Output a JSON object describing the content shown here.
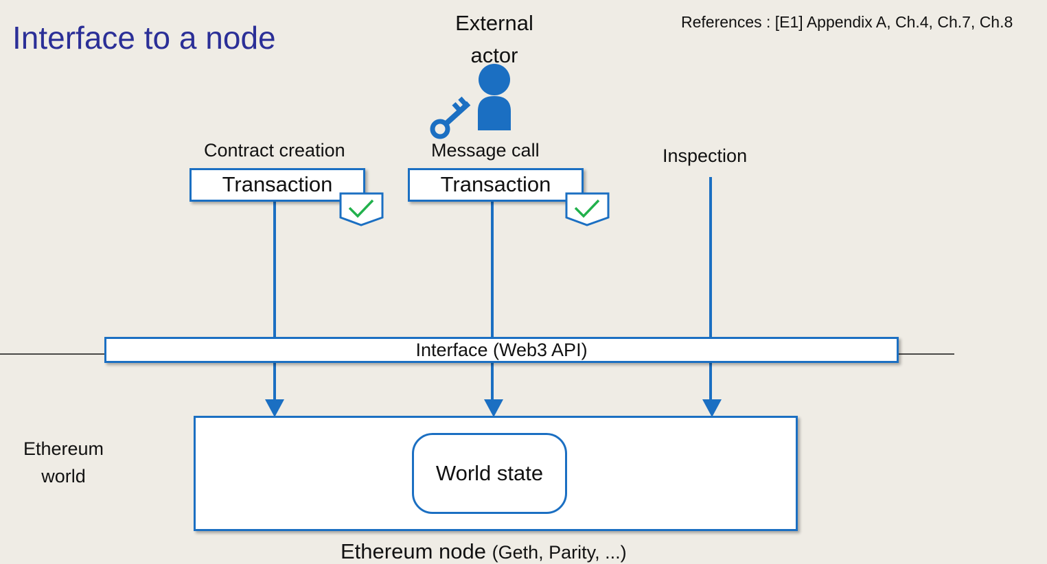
{
  "title": "Interface to a node",
  "references": "References : [E1] Appendix A, Ch.4, Ch.7, Ch.8",
  "external_actor": {
    "line1": "External",
    "line2": "actor"
  },
  "operations": {
    "contract_creation": "Contract creation",
    "message_call": "Message call",
    "inspection": "Inspection"
  },
  "transaction_label": "Transaction",
  "interface_label": "Interface (Web3 API)",
  "world_state_label": "World state",
  "ethereum_world": {
    "line1": "Ethereum",
    "line2": "world"
  },
  "node_label": {
    "main": "Ethereum node",
    "sub": "(Geth, Parity, ...)"
  },
  "icons": {
    "actor": "person-icon",
    "key": "key-icon",
    "signed": "check-badge-icon"
  },
  "colors": {
    "accent_blue": "#1b6fc2",
    "check_green": "#22b14c",
    "title": "#2b2f97",
    "background": "#efece5"
  }
}
